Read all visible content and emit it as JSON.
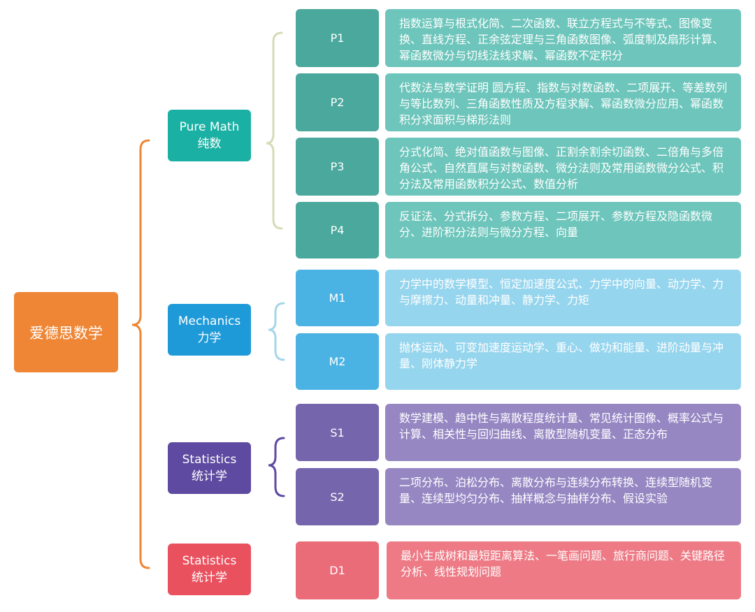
{
  "root": {
    "label": "爱德思数学",
    "color": "#ee8636"
  },
  "categories": [
    {
      "key": "pure",
      "name_en": "Pure Math",
      "name_zh": "纯数",
      "color": "#1bb0a4",
      "bracket_color": "#d4dcb6",
      "modules": [
        {
          "code": "P1",
          "desc": "指数运算与根式化简、二次函数、联立方程式与不等式、图像变换、直线方程、正余弦定理与三角函数图像、弧度制及扇形计算、幂函数微分与切线法线求解、幂函数不定积分"
        },
        {
          "code": "P2",
          "desc": "代数法与数学证明 圆方程、指数与对数函数、二项展开、等差数列与等比数列、三角函数性质及方程求解、幂函数微分应用、幂函数积分求面积与梯形法则"
        },
        {
          "code": "P3",
          "desc": "分式化简、绝对值函数与图像、正割余割余切函数、二倍角与多倍角公式、自然直属与对数函数、微分法则及常用函数微分公式、积分法及常用函数积分公式、数值分析"
        },
        {
          "code": "P4",
          "desc": "反证法、分式拆分、参数方程、二项展开、参数方程及隐函数微分、进阶积分法则与微分方程、向量"
        }
      ],
      "code_color": "#4aa89c",
      "desc_color": "#6dc5bb"
    },
    {
      "key": "mech",
      "name_en": "Mechanics",
      "name_zh": "力学",
      "color": "#1e9ad9",
      "bracket_color": "#a6d6ea",
      "modules": [
        {
          "code": "M1",
          "desc": "力学中的数学模型、恒定加速度公式、力学中的向量、动力学、力与摩擦力、动量和冲量、静力学、力矩"
        },
        {
          "code": "M2",
          "desc": "抛体运动、可变加速度运动学、重心、做功和能量、进阶动量与冲量、刚体静力学"
        }
      ],
      "code_color": "#4bb3e4",
      "desc_color": "#96d5ee"
    },
    {
      "key": "stat",
      "name_en": "Statistics",
      "name_zh": "统计学",
      "color": "#5e4aa0",
      "bracket_color": "#5e4aa0",
      "modules": [
        {
          "code": "S1",
          "desc": "数学建模、趋中性与离散程度统计量、常见统计图像、概率公式与计算、相关性与回归曲线、离散型随机变量、正态分布"
        },
        {
          "code": "S2",
          "desc": "二项分布、泊松分布、离散分布与连续分布转换、连续型随机变量、连续型均匀分布、抽样概念与抽样分布、假设实验"
        }
      ],
      "code_color": "#7565ac",
      "desc_color": "#9687c3"
    },
    {
      "key": "disc",
      "name_en": "Statistics",
      "name_zh": "统计学",
      "color": "#e9515f",
      "bracket_color": "",
      "modules": [
        {
          "code": "D1",
          "desc": "最小生成树和最短距离算法、一笔画问题、旅行商问题、关键路径分析、线性规划问题"
        }
      ],
      "code_color": "#ea6c78",
      "desc_color": "#ed7a85"
    }
  ]
}
